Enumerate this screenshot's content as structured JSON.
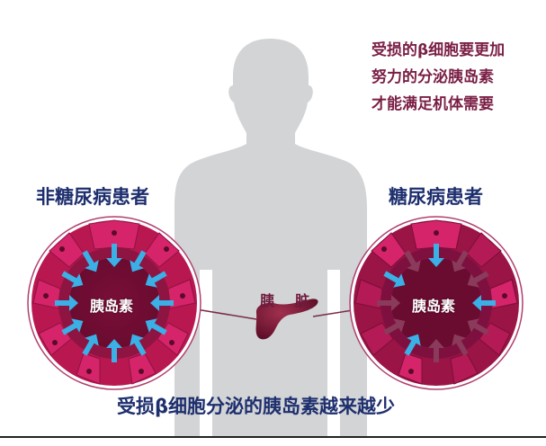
{
  "note": {
    "lines": [
      "受损的β细胞要更加",
      "努力的分泌胰岛素",
      "才能满足机体需要"
    ]
  },
  "left_panel": {
    "title": "非糖尿病患者",
    "center_label": "胰岛素",
    "active_arrows": 12,
    "total_arrows": 12
  },
  "right_panel": {
    "title": "糖尿病患者",
    "center_label": "胰岛素",
    "active_arrows": 4,
    "total_arrows": 12
  },
  "organ": {
    "label_left": "胰",
    "label_right": "脏"
  },
  "caption": "受损β细胞分泌的胰岛素越来越少",
  "colors": {
    "silhouette": "#d3d4d6",
    "cell_ring": "#c2185b",
    "cell_inner": "#8e1442",
    "core": "#7a0f38",
    "active_arrow": "#3ab0e6",
    "faded_arrow": "#8a3a5a",
    "title_blue": "#1e2f6e",
    "note_red": "#7a1f45",
    "pancreas": "#7a1535"
  }
}
